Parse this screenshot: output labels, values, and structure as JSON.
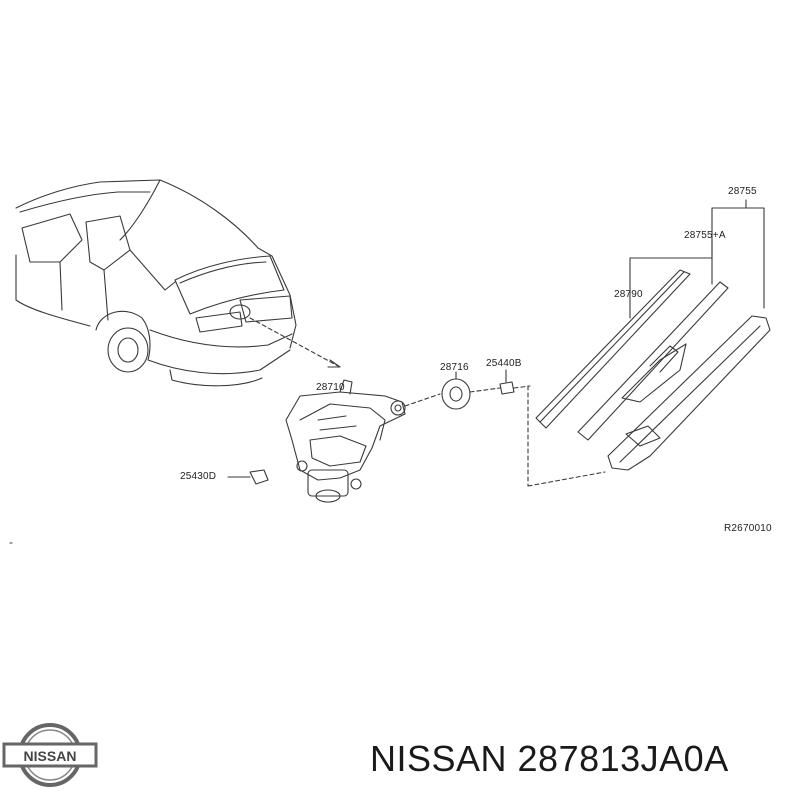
{
  "diagram": {
    "part_labels": {
      "wiper_arm_assembly": "28755",
      "wiper_blade_assembly": "28755+A",
      "wiper_blade_refill": "28790",
      "pivot_cap": "28716",
      "pivot_nut": "25440B",
      "wiper_motor": "28710",
      "connector": "25430D"
    },
    "figure_code": "R2670010"
  },
  "footer": {
    "brand": "NISSAN",
    "part_number": "NISSAN 287813JA0A"
  },
  "colors": {
    "line": "#3a3a3a",
    "text": "#1a1a1a",
    "logo": "#555555"
  }
}
